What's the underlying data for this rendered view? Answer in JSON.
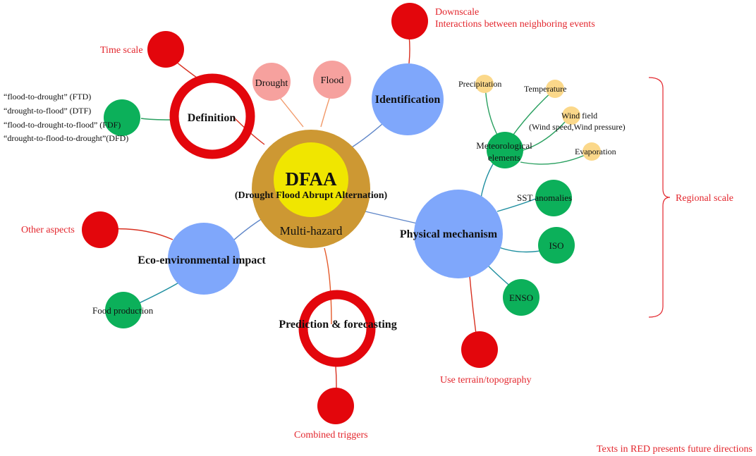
{
  "center": {
    "title": "DFAA",
    "subtitle": "(Drought Flood Abrupt Alternation)",
    "outer_label": "Multi-hazard"
  },
  "hubs": {
    "definition": "Definition",
    "identification": "Identification",
    "physical": "Physical mechanism",
    "eco": "Eco-environmental impact",
    "prediction": "Prediction & forecasting"
  },
  "hazards": {
    "drought": "Drought",
    "flood": "Flood"
  },
  "definition_types": {
    "ftd": "“flood-to-drought” (FTD)",
    "dtf": "“drought-to-flood” (DTF)",
    "fdf": "“flood-to-drought-to-flood” (FDF)",
    "dfd": "“drought-to-flood-to-drought”(DFD)"
  },
  "future": {
    "time_scale": "Time scale",
    "downscale": "Downscale",
    "interactions": "Interactions between neighboring events",
    "other_aspects": "Other aspects",
    "combined_triggers": "Combined triggers",
    "terrain": "Use terrain/topography",
    "regional_scale": "Regional scale"
  },
  "mechanism": {
    "met_line1": "Meteorological",
    "met_line2": "elements",
    "precipitation": "Precipitation",
    "temperature": "Temperature",
    "wind_line1": "Wind field",
    "wind_line2": "(Wind speed,Wind pressure)",
    "evaporation": "Evaporation",
    "sst": "SST anomalies",
    "iso": "ISO",
    "enso": "ENSO"
  },
  "eco_items": {
    "food": "Food production"
  },
  "note": "Texts in RED presents future directions",
  "colors": {
    "future_red": "#e3060c",
    "hub_blue": "#7fa7fb",
    "node_green": "#0cb05a",
    "hazard_pink": "#f6a19e",
    "element_yellow": "#fbd88a",
    "center_gold": "#cd9833",
    "center_yellow": "#f0e600",
    "text_red": "#e3262d"
  }
}
